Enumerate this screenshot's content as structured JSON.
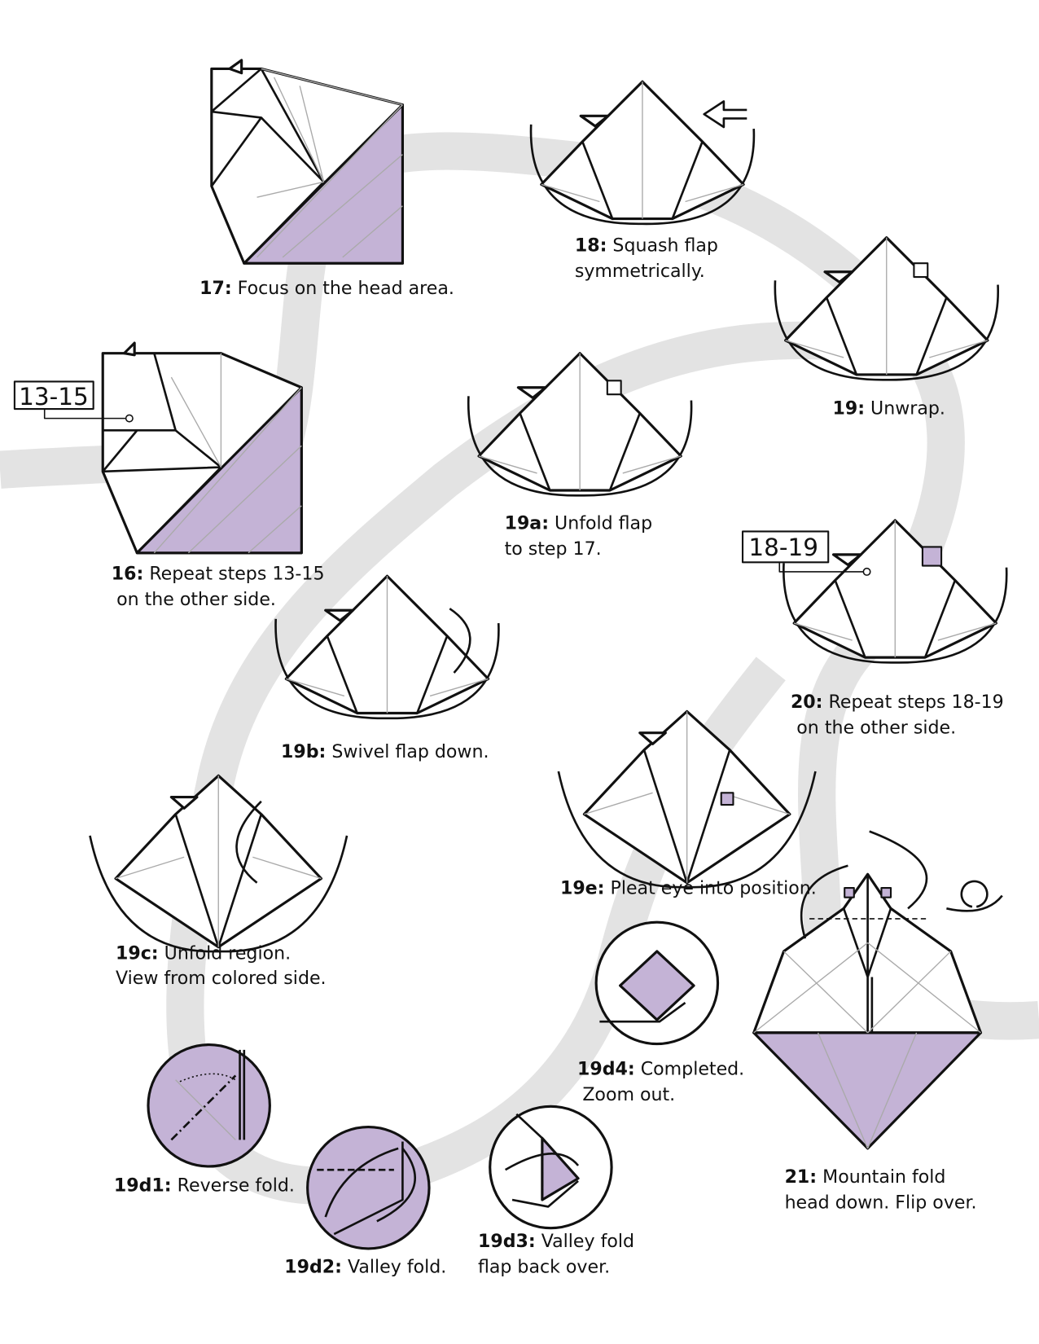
{
  "reference_boxes": {
    "a": "13-15",
    "b": "18-19"
  },
  "steps": {
    "s17": {
      "num": "17:",
      "line1": " Focus on the head area."
    },
    "s18": {
      "num": "18:",
      "line1": " Squash flap",
      "line2": "symmetrically."
    },
    "s19": {
      "num": "19:",
      "line1": " Unwrap."
    },
    "s19a": {
      "num": "19a:",
      "line1": " Unfold flap",
      "line2": "to step 17."
    },
    "s16": {
      "num": "16:",
      "line1": " Repeat steps 13-15",
      "line2": "on the other side."
    },
    "s20": {
      "num": "20:",
      "line1": " Repeat steps 18-19",
      "line2": "on the other side."
    },
    "s19b": {
      "num": "19b:",
      "line1": " Swivel flap down."
    },
    "s19c": {
      "num": "19c:",
      "line1": " Unfold region.",
      "line2": "View from colored side."
    },
    "s19e": {
      "num": "19e:",
      "line1": " Pleat eye into position."
    },
    "s19d4": {
      "num": "19d4:",
      "line1": " Completed.",
      "line2": "Zoom out."
    },
    "s21": {
      "num": "21:",
      "line1": " Mountain fold",
      "line2": "head down. Flip over."
    },
    "s19d1": {
      "num": "19d1:",
      "line1": " Reverse fold."
    },
    "s19d3": {
      "num": "19d3:",
      "line1": " Valley fold",
      "line2": "flap back over."
    },
    "s19d2": {
      "num": "19d2:",
      "line1": " Valley fold."
    }
  },
  "colors": {
    "paper_colored": "#c4b3d6",
    "track": "#e3e3e3"
  }
}
